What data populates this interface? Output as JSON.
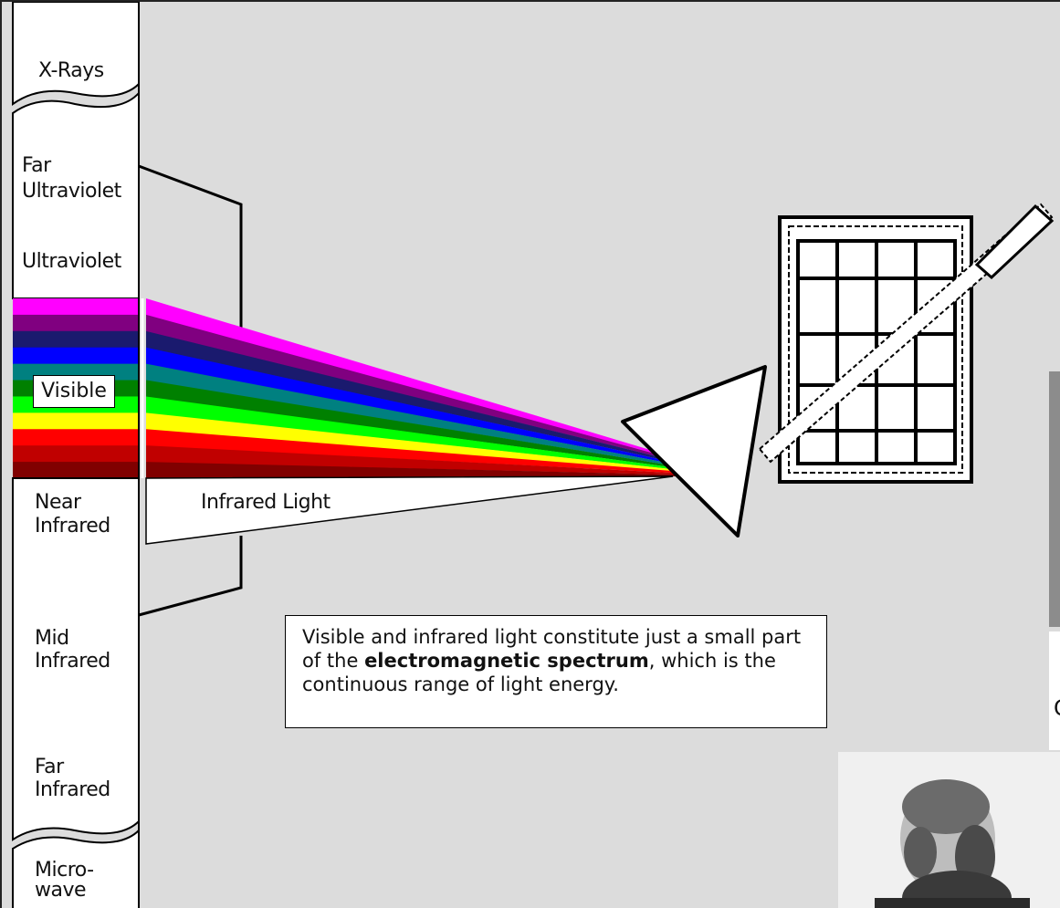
{
  "spectrum_bands": {
    "xrays": "X-Rays",
    "far_uv_1": "Far",
    "far_uv_2": "Ultraviolet",
    "uv": "Ultraviolet",
    "visible": "Visible",
    "near_ir_1": "Near",
    "near_ir_2": "Infrared",
    "mid_ir_1": "Mid",
    "mid_ir_2": "Infrared",
    "far_ir_1": "Far",
    "far_ir_2": "Infrared",
    "micro_1": "Micro-",
    "micro_2": "wave"
  },
  "beam_label": "Infrared Light",
  "caption": {
    "part1": "Visible and infrared light constitute just a small part of the ",
    "bold": "electromagnetic spectrum",
    "part2": ", which is the continuous range of light energy."
  },
  "cropped_caption_letter": "C",
  "colors": {
    "background": "#dcdcdc",
    "visible_bands": [
      "#ff00ff",
      "#800080",
      "#1a1a6e",
      "#0000ff",
      "#008080",
      "#008000",
      "#00ff00",
      "#ffff00",
      "#ff0000",
      "#c00000",
      "#800000"
    ]
  },
  "icons": [
    "prism",
    "calorimeter-grid",
    "photo-portrait"
  ]
}
